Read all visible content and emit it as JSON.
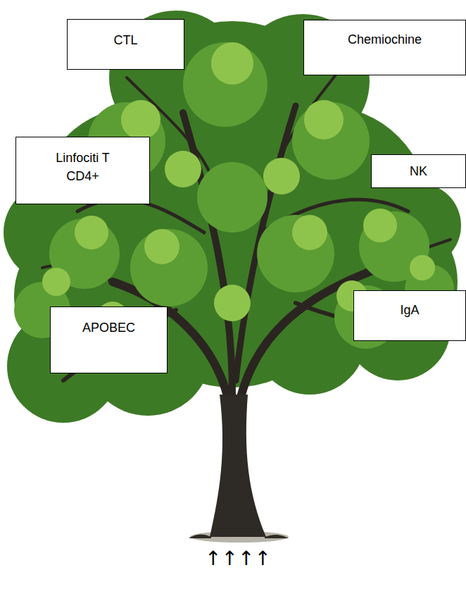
{
  "diagram": {
    "nodes": [
      {
        "text": [
          "CTL"
        ]
      },
      {
        "text": [
          "Chemiochine"
        ]
      },
      {
        "text": [
          "Linfociti T CD4+"
        ]
      },
      {
        "text": [
          "NK"
        ]
      },
      {
        "text": [
          "IgA"
        ]
      },
      {
        "text": [
          "APOBEC"
        ]
      }
    ],
    "labels": [
      "↑↑↑↑"
    ]
  }
}
